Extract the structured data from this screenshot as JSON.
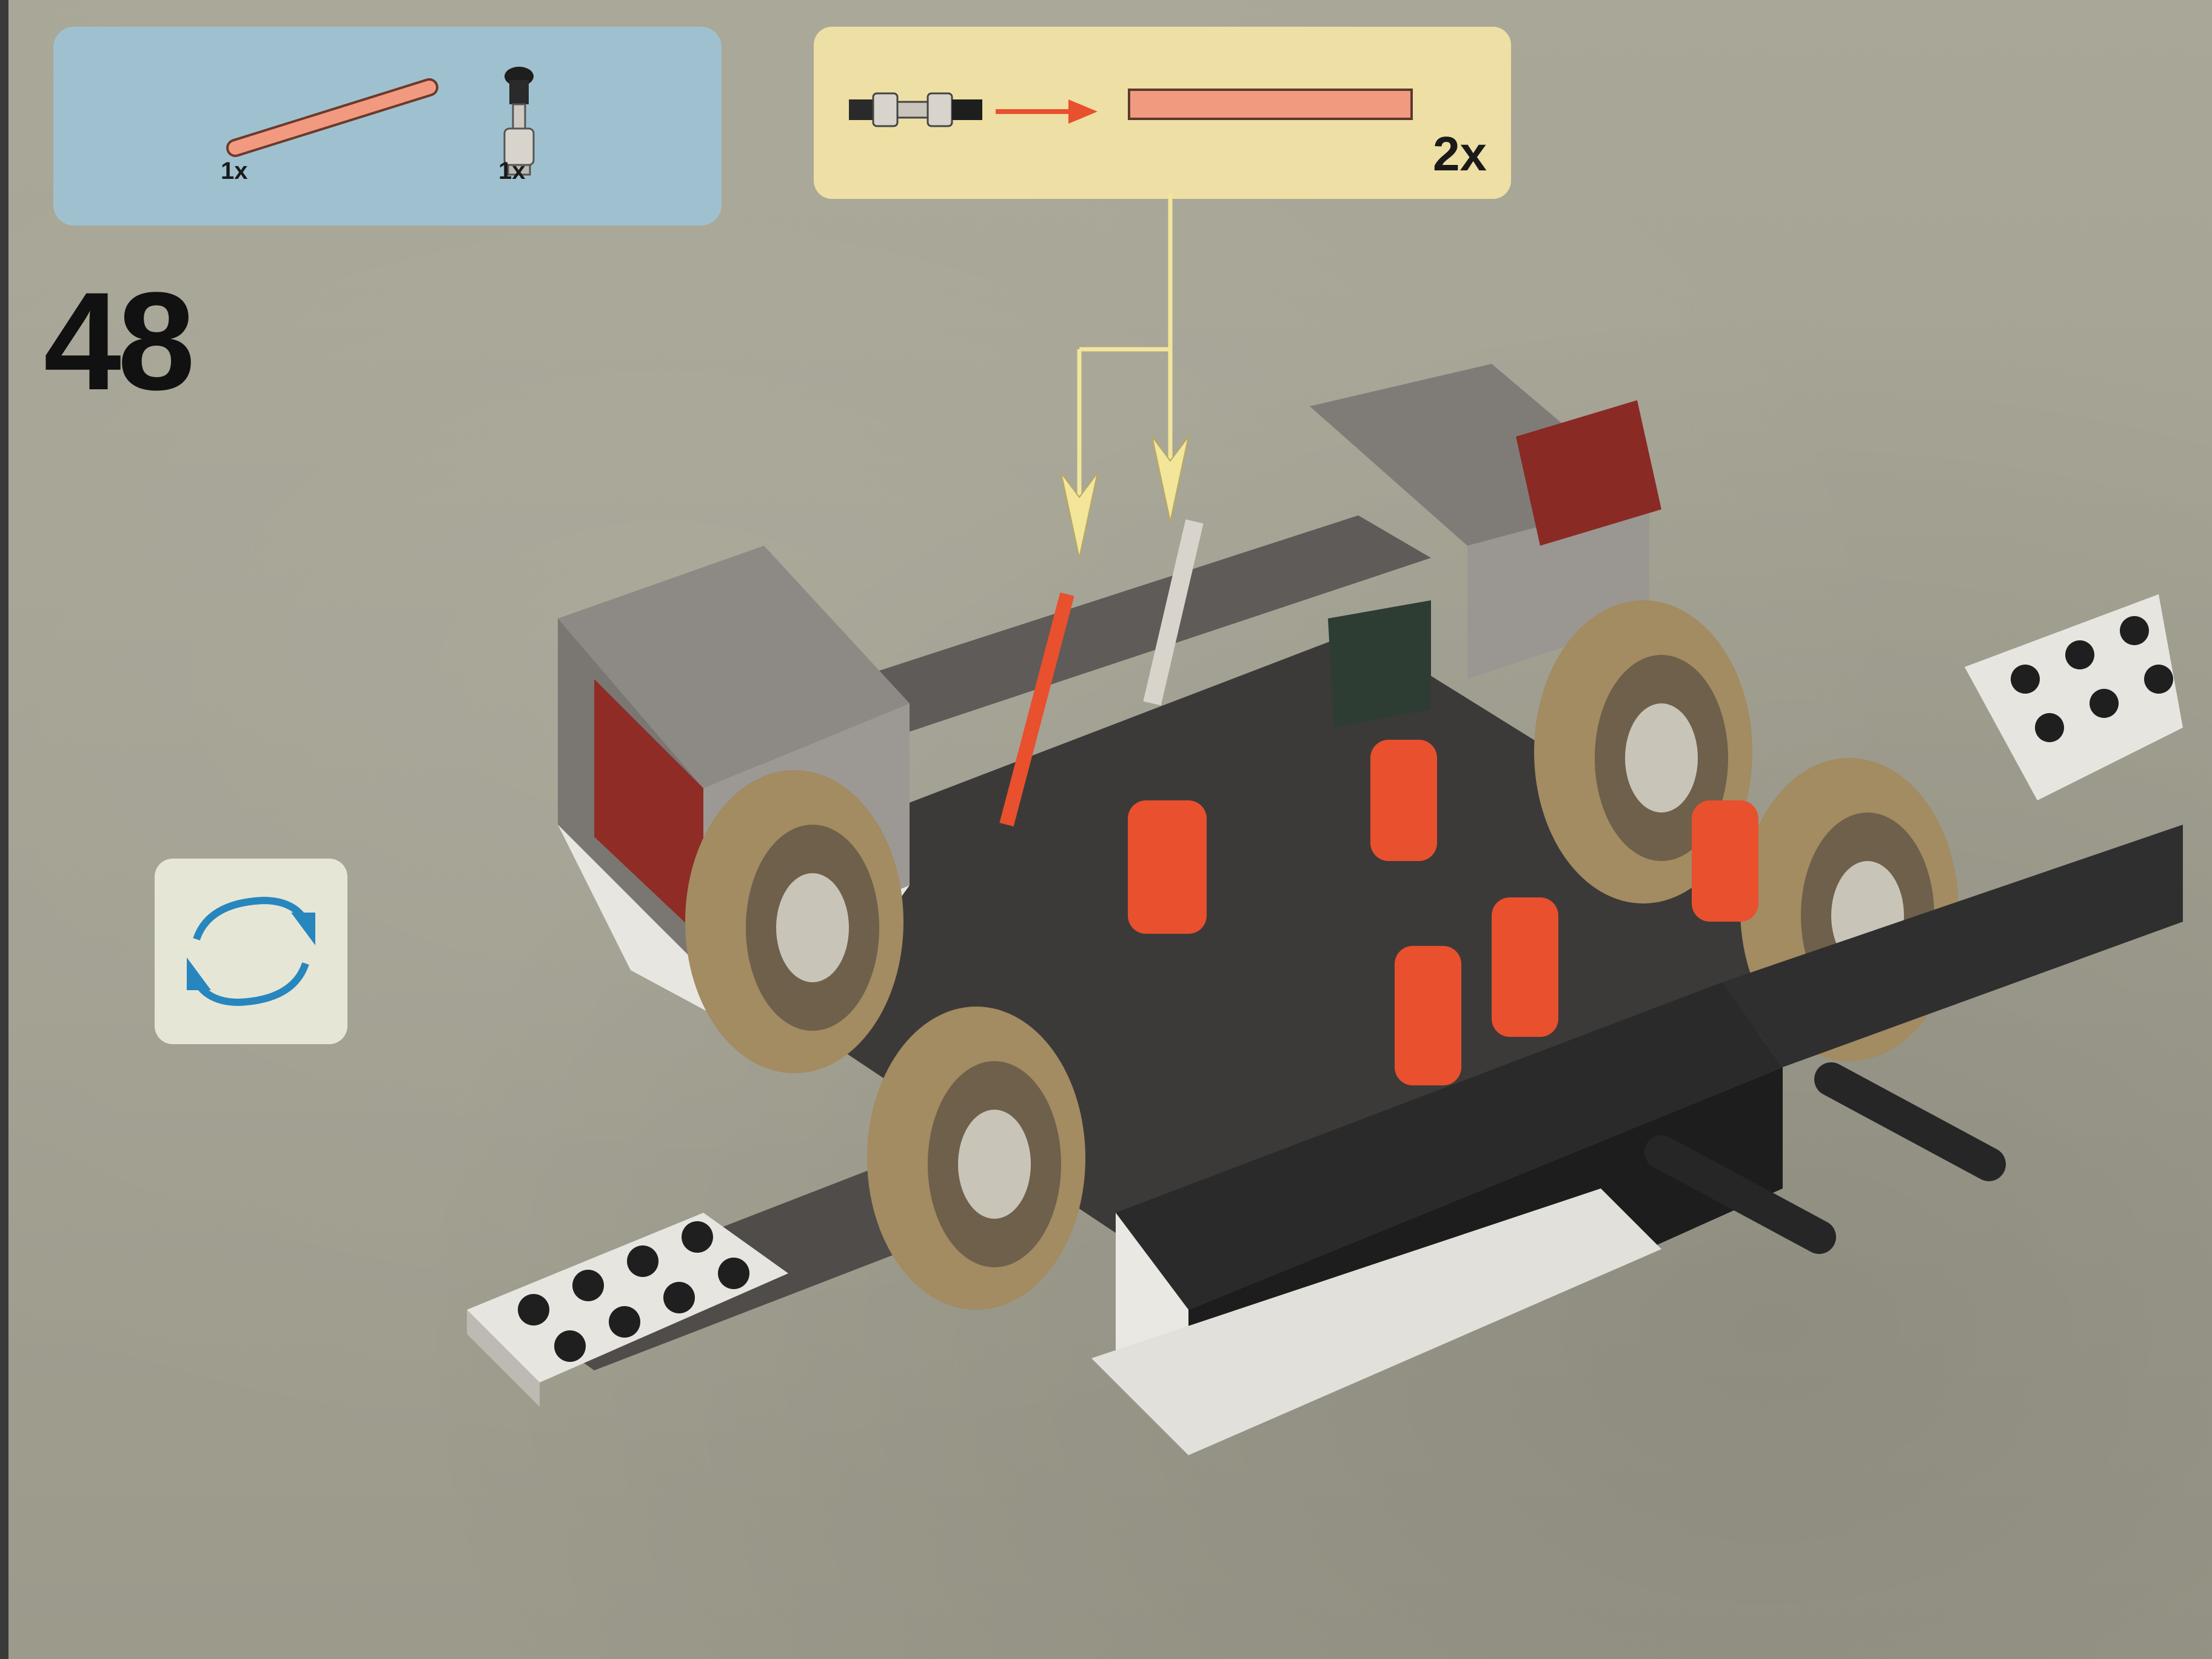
{
  "step": {
    "number": "48"
  },
  "parts_list": {
    "items": [
      {
        "name": "axle-pink",
        "count": "1x",
        "color": "#f29a80"
      },
      {
        "name": "lever-pin",
        "count": "1x",
        "color": "#d8d4cc"
      }
    ]
  },
  "callout": {
    "multiplier": "2x",
    "arrow_color": "#e8502e",
    "result_color": "#f29a80"
  },
  "colors": {
    "page_background": "#a7a595",
    "parts_box": "#9fc1cf",
    "callout_box": "#eedfa4",
    "rotate_box": "#e6e6d6",
    "rotate_arrows": "#2786be",
    "callout_lines": "#f3e59a"
  },
  "icons": {
    "rotate": "rotate-model-icon"
  }
}
